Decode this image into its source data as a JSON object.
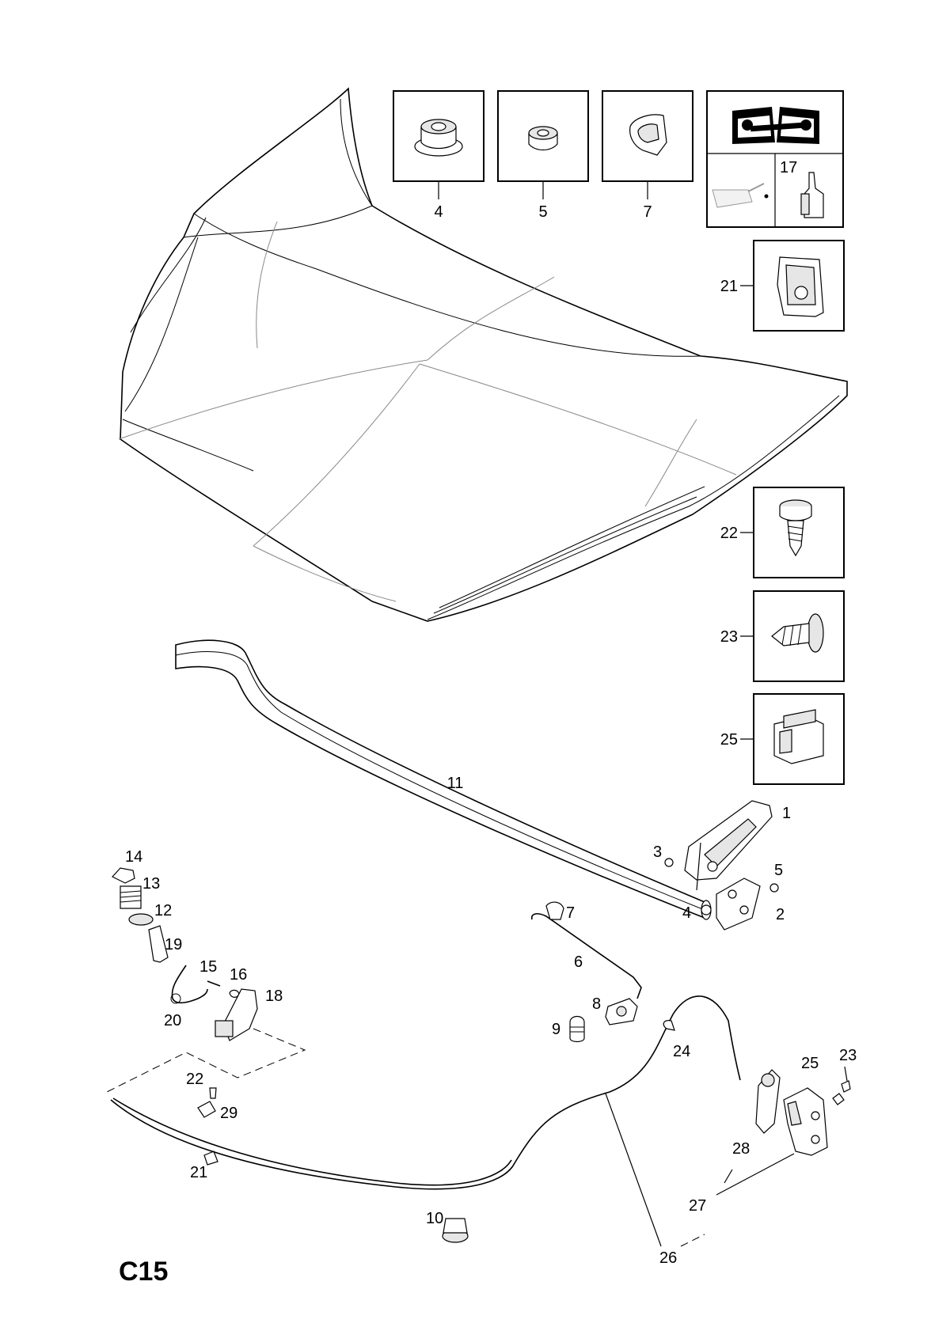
{
  "page_code": "C15",
  "header_boxes": [
    {
      "label": "4",
      "part": "flange-nut"
    },
    {
      "label": "5",
      "part": "hex-nut"
    },
    {
      "label": "7",
      "part": "rod-clip"
    }
  ],
  "manual": {
    "icon": "repair-manual-icon",
    "oil_icon": "oil-can-icon",
    "adhesive_label": "17"
  },
  "side_boxes": [
    {
      "label": "21",
      "part": "spring-nut"
    },
    {
      "label": "22",
      "part": "torx-screw"
    },
    {
      "label": "23",
      "part": "self-tapping-screw"
    },
    {
      "label": "25",
      "part": "plastic-clip"
    }
  ],
  "callouts": {
    "c1": "1",
    "c2": "2",
    "c3": "3",
    "c4": "4",
    "c5": "5",
    "c6": "6",
    "c7": "7",
    "c8": "8",
    "c9": "9",
    "c10": "10",
    "c11": "11",
    "c12": "12",
    "c13": "13",
    "c14": "14",
    "c15": "15",
    "c16": "16",
    "c18": "18",
    "c19": "19",
    "c20": "20",
    "c21": "21",
    "c22a": "22",
    "c24": "24",
    "c25": "25",
    "c23": "23",
    "c26": "26",
    "c27": "27",
    "c28": "28",
    "c29": "29"
  },
  "colors": {
    "line": "#000000",
    "background": "#ffffff",
    "shading": "#e6e6e6"
  }
}
